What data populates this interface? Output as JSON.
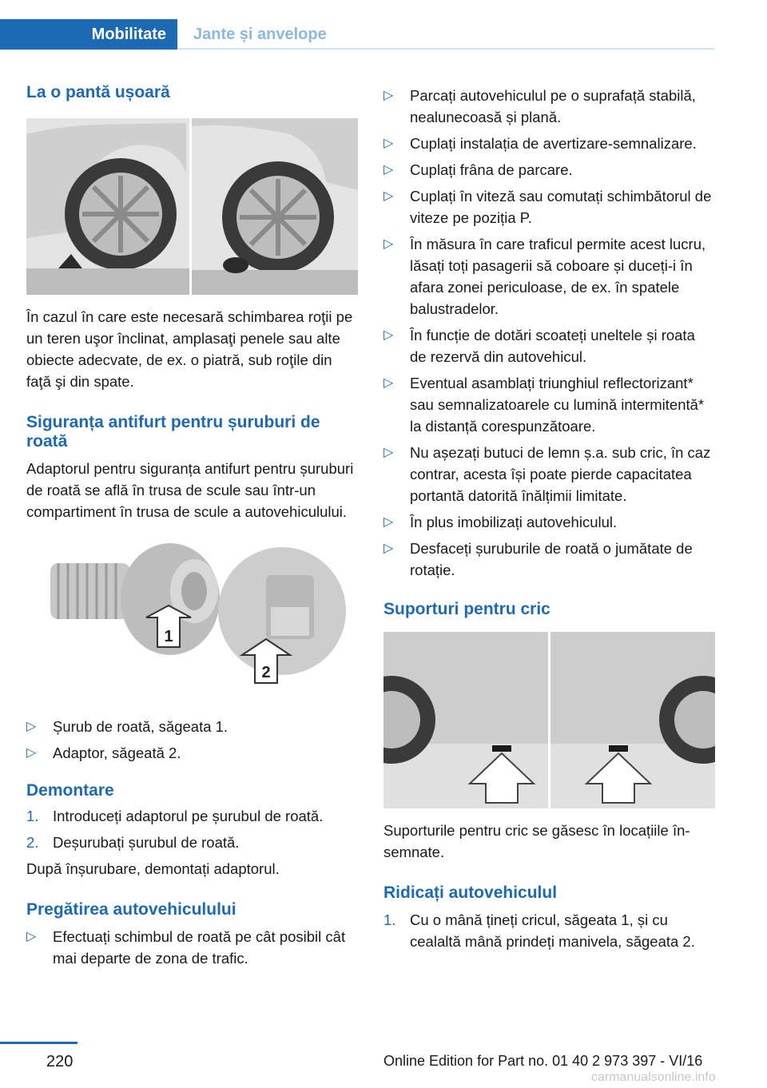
{
  "header": {
    "tab_active": "Mobilitate",
    "tab_inactive": "Jante și anvelope"
  },
  "left": {
    "slope_title": "La o pantă ușoară",
    "slope_text": "În cazul în care este necesară schimbarea roţii pe un teren uşor înclinat, amplasaţi penele sau alte obiecte adecvate, de ex. o piatră, sub roţile din faţă şi din spate.",
    "antitheft_title": "Siguranța antifurt pentru șuruburi de roată",
    "antitheft_text": "Adaptorul pentru siguranța antifurt pentru șu­ruburi de roată se află în trusa de scule sau într-un compartiment în trusa de scule a auto­vehiculului.",
    "bolt_fig_labels": [
      "1",
      "2"
    ],
    "bolt_items": [
      "Șurub de roată, săgeata 1.",
      "Adaptor, săgeată 2."
    ],
    "removal_title": "Demontare",
    "removal_steps": [
      {
        "n": "1.",
        "t": "Introduceți adaptorul pe șurubul de roată."
      },
      {
        "n": "2.",
        "t": "Deșurubați șurubul de roată."
      }
    ],
    "removal_after": "După înșurubare, demontați adaptorul.",
    "prep_title": "Pregătirea autovehiculului",
    "prep_first": "Efectuați schimbul de roată pe cât posibil cât mai departe de zona de trafic."
  },
  "right": {
    "prep_items": [
      "Parcați autovehiculul pe o suprafață sta­bilă, nealunecoasă și plană.",
      "Cuplați instalația de avertizare-semnali­zare.",
      "Cuplați frâna de parcare.",
      "Cuplați în viteză sau comutați schimbătorul de viteze pe poziția P.",
      "În măsura în care traficul permite acest lu­cru, lăsați toți pasagerii să coboare și du­ceți-i în afara zonei periculoase, de ex. în spatele balustradelor.",
      "În funcție de dotări scoateți uneltele și roata de rezervă din autovehicul.",
      "Eventual asamblați triunghiul reflectori­zant* sau semnalizatoarele cu lumină inter­mitentă* la distanță corespunzătoare.",
      "Nu așezați butuci de lemn ș.a. sub cric, în caz contrar, acesta își poate pierde capaci­tatea portantă datorită înălțimii limitate.",
      "În plus imobilizați autovehiculul.",
      "Desfaceți șuruburile de roată o jumătate de rotație."
    ],
    "jack_title": "Suporturi pentru cric",
    "jack_text": "Suporturile pentru cric se găsesc în locațiile în­semnate.",
    "lift_title": "Ridicați autovehiculul",
    "lift_steps": [
      {
        "n": "1.",
        "t": "Cu o mână țineți cricul, săgeata 1, și cu cealaltă mână prindeți manivela, săgeata 2."
      }
    ]
  },
  "footer": {
    "page_number": "220",
    "edition": "Online Edition for Part no. 01 40 2 973 397 - VI/16",
    "watermark": "carmanualsonline.info"
  }
}
